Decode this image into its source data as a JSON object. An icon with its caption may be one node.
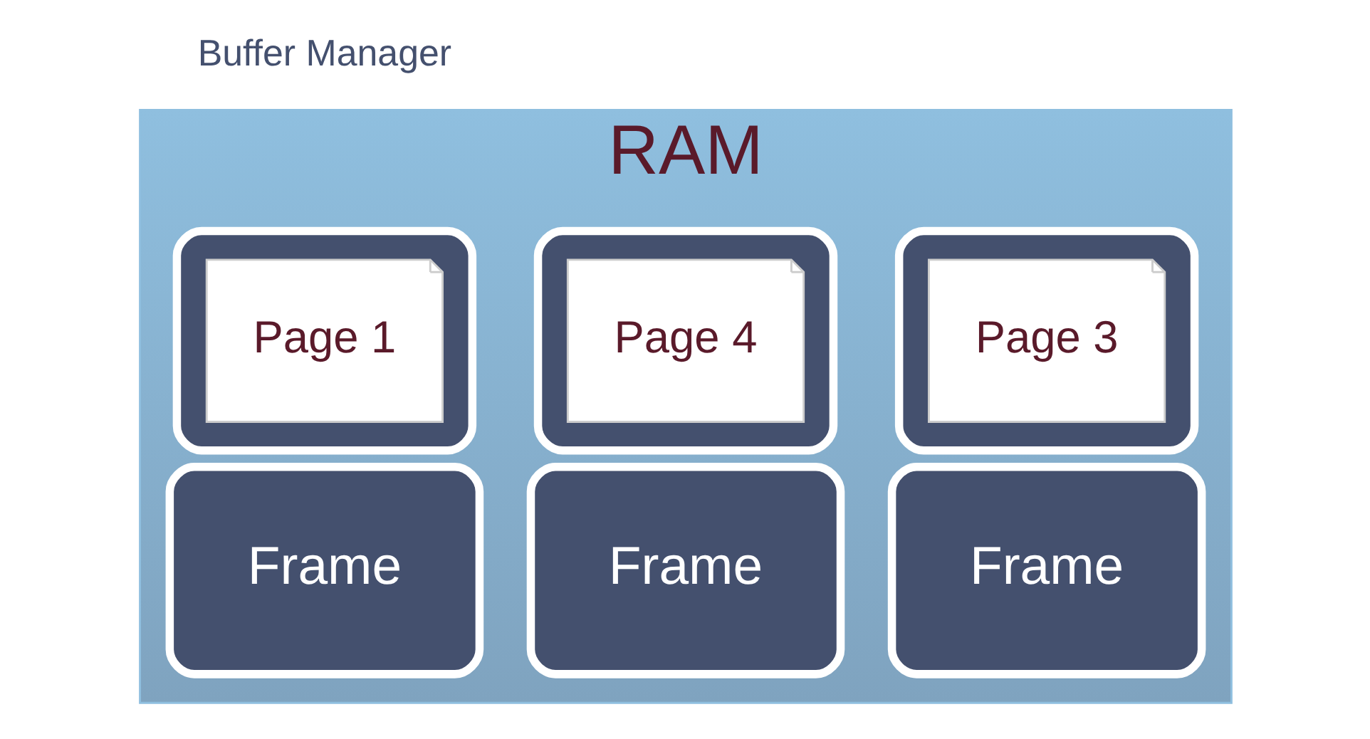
{
  "diagram": {
    "nodes": [
      {
        "text": [
          "RAM"
        ],
        "beside": [
          "Buffer Manager"
        ]
      },
      {
        "text": [],
        "shape": "box",
        "in": 0
      },
      {
        "text": [
          "Page 1"
        ],
        "in": 1
      },
      {
        "text": [],
        "shape": "box",
        "in": 0
      },
      {
        "text": [
          "Page 4"
        ],
        "in": 3
      },
      {
        "text": [],
        "shape": "box",
        "in": 0
      },
      {
        "text": [
          "Page 3"
        ],
        "in": 5
      },
      {
        "text": [
          "Frame"
        ],
        "in": 0
      },
      {
        "text": [
          "Frame"
        ],
        "in": 0
      },
      {
        "text": [
          "Frame"
        ],
        "in": 0
      }
    ],
    "edges": []
  }
}
